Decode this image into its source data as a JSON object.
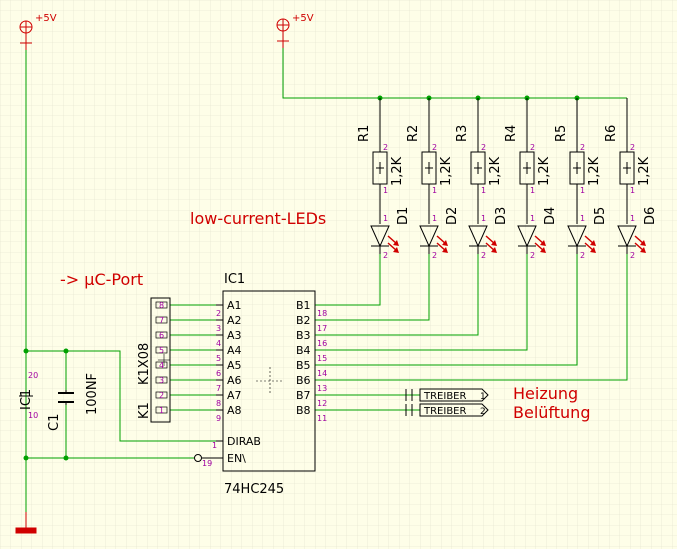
{
  "colors": {
    "background": "#fefee8",
    "grid": "#dcdcc8",
    "wire": "#00a000",
    "component": "#000000",
    "label_red": "#d00000",
    "pin_number": "#a000a0",
    "junction": "#00a000"
  },
  "power": {
    "vcc_left_label": "+5V",
    "vcc_right_label": "+5V"
  },
  "notes": {
    "leds_note": "low-current-LEDs",
    "port_note": "-> µC-Port",
    "heizung": "Heizung",
    "belueftung": "Belüftung"
  },
  "ic1": {
    "name": "IC1",
    "value": "74HC245",
    "left_pins": [
      {
        "name": "A1",
        "num": "2"
      },
      {
        "name": "A2",
        "num": "3"
      },
      {
        "name": "A3",
        "num": "4"
      },
      {
        "name": "A4",
        "num": "5"
      },
      {
        "name": "A5",
        "num": "6"
      },
      {
        "name": "A6",
        "num": "7"
      },
      {
        "name": "A7",
        "num": "8"
      },
      {
        "name": "A8",
        "num": "9"
      }
    ],
    "right_pins": [
      {
        "name": "B1",
        "num": "18"
      },
      {
        "name": "B2",
        "num": "17"
      },
      {
        "name": "B3",
        "num": "16"
      },
      {
        "name": "B4",
        "num": "15"
      },
      {
        "name": "B5",
        "num": "14"
      },
      {
        "name": "B6",
        "num": "13"
      },
      {
        "name": "B7",
        "num": "12"
      },
      {
        "name": "B8",
        "num": "11"
      }
    ],
    "dirab": {
      "name": "DIRAB",
      "num": "1"
    },
    "en": {
      "name": "EN\\",
      "num": "19"
    }
  },
  "k1": {
    "name": "K1",
    "value": "K1X08",
    "pins": [
      "8",
      "7",
      "6",
      "5",
      "4",
      "3",
      "2",
      "1"
    ]
  },
  "c1": {
    "name": "C1",
    "value": "100NF",
    "ic_ref": "IC1",
    "pin_top": "20",
    "pin_bottom": "10"
  },
  "resistors": [
    {
      "name": "R1",
      "value": "1,2K",
      "pin_top": "2",
      "pin_bottom": "1"
    },
    {
      "name": "R2",
      "value": "1,2K",
      "pin_top": "2",
      "pin_bottom": "1"
    },
    {
      "name": "R3",
      "value": "1,2K",
      "pin_top": "2",
      "pin_bottom": "1"
    },
    {
      "name": "R4",
      "value": "1,2K",
      "pin_top": "2",
      "pin_bottom": "1"
    },
    {
      "name": "R5",
      "value": "1,2K",
      "pin_top": "2",
      "pin_bottom": "1"
    },
    {
      "name": "R6",
      "value": "1,2K",
      "pin_top": "2",
      "pin_bottom": "1"
    }
  ],
  "leds": [
    {
      "name": "D1",
      "pin_top": "1",
      "pin_bottom": "2"
    },
    {
      "name": "D2",
      "pin_top": "1",
      "pin_bottom": "2"
    },
    {
      "name": "D3",
      "pin_top": "1",
      "pin_bottom": "2"
    },
    {
      "name": "D4",
      "pin_top": "1",
      "pin_bottom": "2"
    },
    {
      "name": "D5",
      "pin_top": "1",
      "pin_bottom": "2"
    },
    {
      "name": "D6",
      "pin_top": "1",
      "pin_bottom": "2"
    }
  ],
  "drivers": [
    {
      "label": "TREIBER",
      "num": "1"
    },
    {
      "label": "TREIBER",
      "num": "2"
    }
  ]
}
